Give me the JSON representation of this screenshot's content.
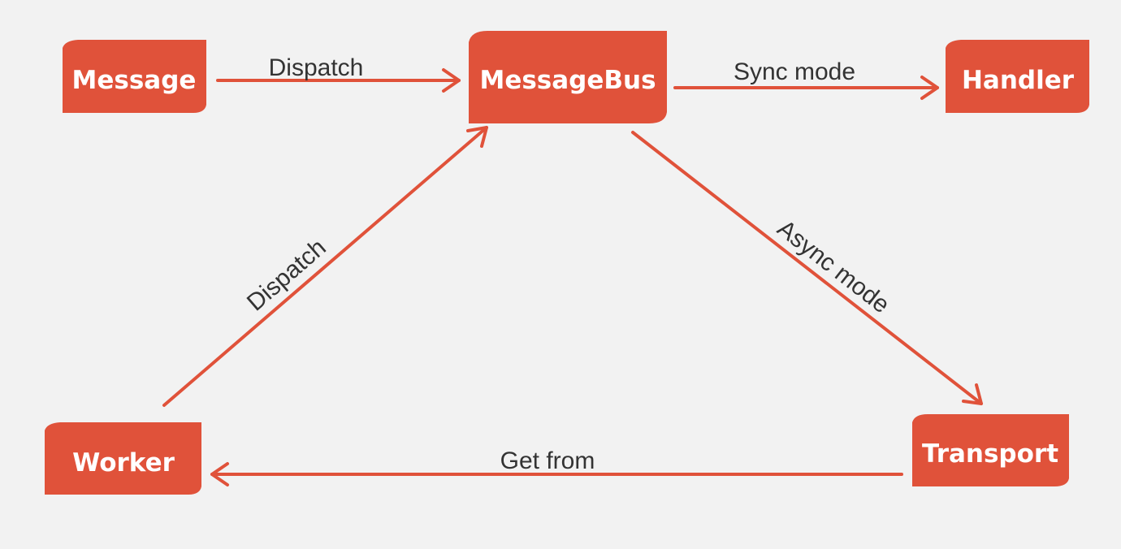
{
  "diagram": {
    "colors": {
      "node_fill": "#e0523a",
      "edge_stroke": "#e0523a",
      "node_text": "#ffffff",
      "label_text": "#333333",
      "background": "#f2f2f2"
    },
    "nodes": {
      "message": {
        "label": "Message"
      },
      "messagebus": {
        "label": "MessageBus"
      },
      "handler": {
        "label": "Handler"
      },
      "worker": {
        "label": "Worker"
      },
      "transport": {
        "label": "Transport"
      }
    },
    "edges": {
      "message_to_bus": {
        "from": "Message",
        "to": "MessageBus",
        "label": "Dispatch"
      },
      "bus_to_handler": {
        "from": "MessageBus",
        "to": "Handler",
        "label": "Sync mode"
      },
      "bus_to_transport": {
        "from": "MessageBus",
        "to": "Transport",
        "label": "Async mode"
      },
      "transport_to_worker": {
        "from": "Transport",
        "to": "Worker",
        "label": "Get from"
      },
      "worker_to_bus": {
        "from": "Worker",
        "to": "MessageBus",
        "label": "Dispatch"
      }
    }
  }
}
